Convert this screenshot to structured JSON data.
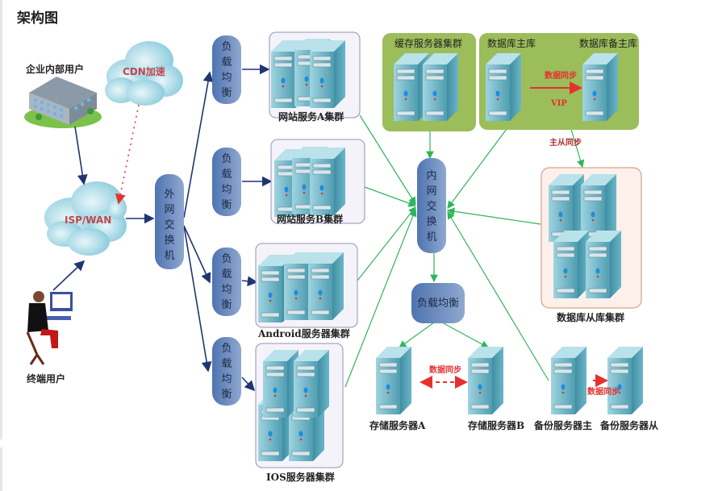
{
  "page": {
    "title": "架构图"
  },
  "clients": {
    "enterprise_users": "企业内部用户",
    "end_users": "终端用户",
    "cdn": "CDN加速",
    "isp": "ISP/WAN"
  },
  "external_switch": {
    "label": "外网交换机"
  },
  "internal_switch": {
    "label": "内网交换机"
  },
  "load_balancers": [
    {
      "label": "负载均衡"
    },
    {
      "label": "负载均衡"
    },
    {
      "label": "负载均衡"
    },
    {
      "label": "负载均衡"
    }
  ],
  "storage_load_balancer": {
    "label": "负载均衡"
  },
  "clusters": {
    "web_a": "网站服务A集群",
    "web_b": "网站服务B集群",
    "android": "Android服务器集群",
    "ios": "IOS服务器集群",
    "cache": "缓存服务器集群",
    "db_master": "数据库主库",
    "db_backup_master": "数据库备主库",
    "db_slaves": "数据库从库集群"
  },
  "storage": {
    "a": "存储服务器A",
    "b": "存储服务器B",
    "backup_master": "备份服务器主",
    "backup_slave": "备份服务器从"
  },
  "annotations": {
    "db_sync": "数据同步",
    "vip": "VIP",
    "master_slave_sync": "主从同步",
    "storage_sync": "数据同步",
    "backup_sync": "数据同步"
  },
  "colors": {
    "pill": "#5b7fb8",
    "navy_arrow": "#1f3570",
    "green_arrow": "#2fb55a",
    "red_sync": "#e53030",
    "green_box": "#9bbd5a",
    "lavender_box": "#f5f3fa",
    "peach_box": "#fdf0ea"
  }
}
